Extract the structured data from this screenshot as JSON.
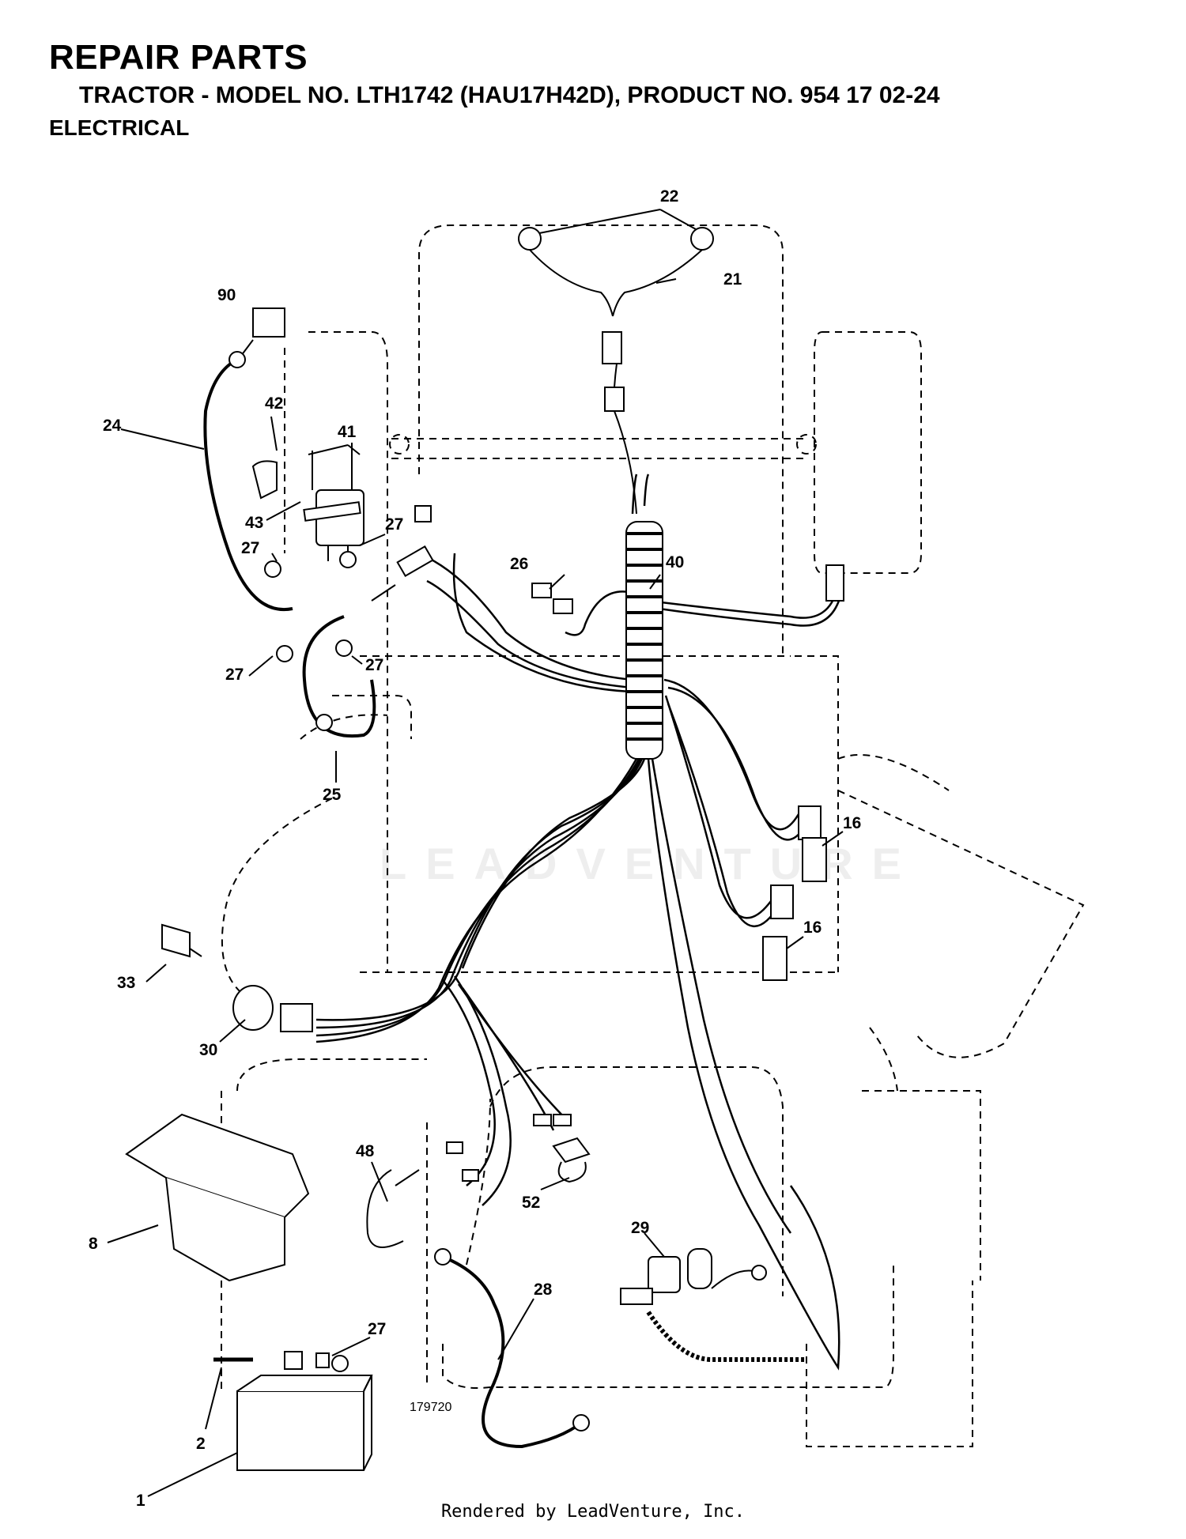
{
  "header": {
    "title": "REPAIR PARTS",
    "subtitle": "TRACTOR - MODEL NO. LTH1742 (HAU17H42D), PRODUCT NO. 954 17 02-24",
    "section": "ELECTRICAL"
  },
  "diagram": {
    "figure_number": "179720",
    "callouts": [
      "22",
      "21",
      "90",
      "42",
      "41",
      "24",
      "43",
      "27",
      "27",
      "26",
      "40",
      "27",
      "27",
      "25",
      "16",
      "16",
      "33",
      "30",
      "48",
      "52",
      "29",
      "8",
      "28",
      "27",
      "2",
      "1"
    ]
  },
  "watermark": "LEADVENTURE",
  "footer": "Rendered by LeadVenture, Inc."
}
